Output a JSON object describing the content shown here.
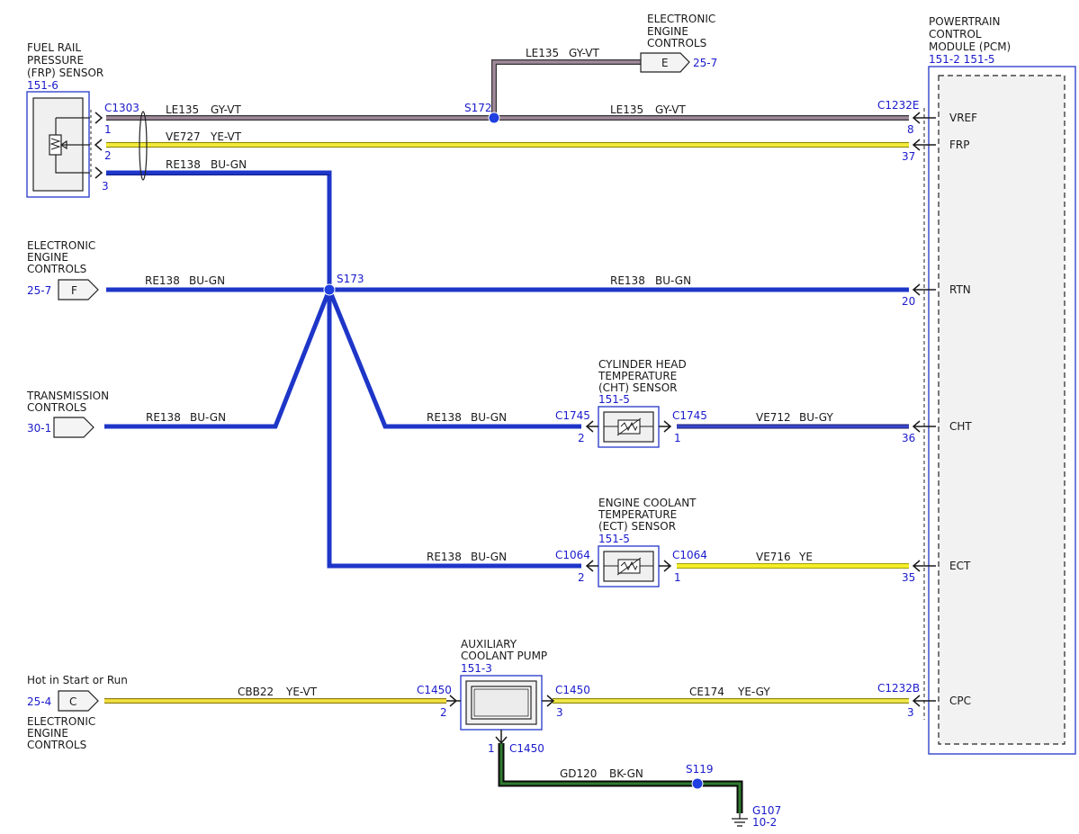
{
  "colors": {
    "label_blue": "#1a1acc",
    "GY-VT": "#a08a9c",
    "YE-VT": "#f2ea3a",
    "YE": "#f4ee2a",
    "BU-GN": "#1e36c8",
    "BU-GY": "#3440c8",
    "YE-GY": "#f0e84a",
    "BK-GN": "#1c5a1c",
    "splice": "#1f3fe0"
  },
  "components": {
    "frp_sensor": {
      "name": [
        "FUEL RAIL",
        "PRESSURE",
        "(FRP) SENSOR"
      ],
      "ref": "151-6",
      "connector": "C1303",
      "pins": [
        "1",
        "2",
        "3"
      ]
    },
    "pcm": {
      "name": [
        "POWERTRAIN",
        "CONTROL",
        "MODULE (PCM)"
      ],
      "ref": "151-2  151-5",
      "pins": [
        {
          "signal": "VREF",
          "pin": "8",
          "connector": "C1232E"
        },
        {
          "signal": "FRP",
          "pin": "37",
          "connector": ""
        },
        {
          "signal": "RTN",
          "pin": "20",
          "connector": ""
        },
        {
          "signal": "CHT",
          "pin": "36",
          "connector": ""
        },
        {
          "signal": "ECT",
          "pin": "35",
          "connector": ""
        },
        {
          "signal": "CPC",
          "pin": "3",
          "connector": "C1232B"
        }
      ]
    },
    "eec_top": {
      "name": [
        "ELECTRONIC",
        "ENGINE",
        "CONTROLS"
      ],
      "letter": "E",
      "ref": "25-7"
    },
    "eec_f": {
      "name": [
        "ELECTRONIC",
        "ENGINE",
        "CONTROLS"
      ],
      "letter": "F",
      "ref": "25-7"
    },
    "trans": {
      "name": [
        "TRANSMISSION",
        "CONTROLS"
      ],
      "ref": "30-1"
    },
    "hot": {
      "label": "Hot in Start or Run",
      "letter": "C",
      "ref": "25-4",
      "name": [
        "ELECTRONIC",
        "ENGINE",
        "CONTROLS"
      ]
    },
    "cht_sensor": {
      "name": [
        "CYLINDER HEAD",
        "TEMPERATURE",
        "(CHT) SENSOR"
      ],
      "ref": "151-5",
      "connector": "C1745",
      "pin_in": "2",
      "pin_out": "1"
    },
    "ect_sensor": {
      "name": [
        "ENGINE COOLANT",
        "TEMPERATURE",
        "(ECT) SENSOR"
      ],
      "ref": "151-5",
      "connector": "C1064",
      "pin_in": "2",
      "pin_out": "1"
    },
    "aux_pump": {
      "name": [
        "AUXILIARY",
        "COOLANT PUMP"
      ],
      "ref": "151-3",
      "connector": "C1450",
      "pin_in": "2",
      "pin_out": "3",
      "pin_gnd": "1"
    },
    "ground": {
      "id": "G107",
      "ref": "10-2"
    }
  },
  "splices": {
    "s172": "S172",
    "s173": "S173",
    "s119": "S119"
  },
  "wires": {
    "le135_top": {
      "circuit": "LE135",
      "color": "GY-VT"
    },
    "le135_a": {
      "circuit": "LE135",
      "color": "GY-VT"
    },
    "le135_b": {
      "circuit": "LE135",
      "color": "GY-VT"
    },
    "ve727": {
      "circuit": "VE727",
      "color": "YE-VT"
    },
    "re138_frp": {
      "circuit": "RE138",
      "color": "BU-GN"
    },
    "re138_f": {
      "circuit": "RE138",
      "color": "BU-GN"
    },
    "re138_pcm": {
      "circuit": "RE138",
      "color": "BU-GN"
    },
    "re138_trans": {
      "circuit": "RE138",
      "color": "BU-GN"
    },
    "re138_cht": {
      "circuit": "RE138",
      "color": "BU-GN"
    },
    "re138_ect": {
      "circuit": "RE138",
      "color": "BU-GN"
    },
    "ve712": {
      "circuit": "VE712",
      "color": "BU-GY"
    },
    "ve716": {
      "circuit": "VE716",
      "color": "YE"
    },
    "cbb22": {
      "circuit": "CBB22",
      "color": "YE-VT"
    },
    "ce174": {
      "circuit": "CE174",
      "color": "YE-GY"
    },
    "gd120": {
      "circuit": "GD120",
      "color": "BK-GN"
    }
  }
}
